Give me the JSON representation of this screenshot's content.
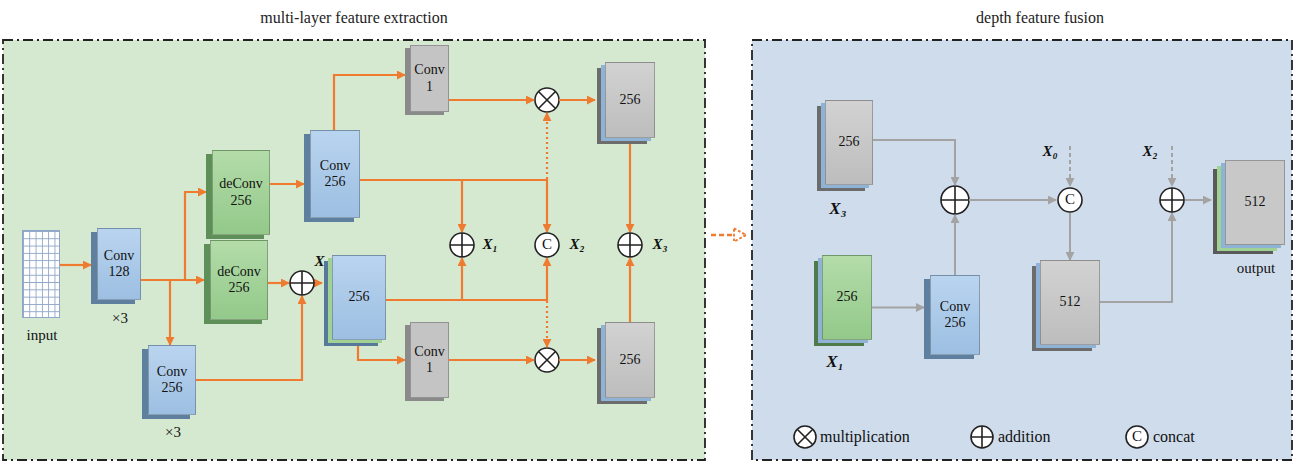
{
  "diagram": {
    "nodes": [
      {
        "text": [
          "multi-layer feature extraction"
        ]
      },
      {
        "text": [
          "input"
        ],
        "in": 0
      },
      {
        "text": [
          "Conv 128",
          "×3"
        ],
        "in": 0
      },
      {
        "text": [
          "Conv 256",
          "×3"
        ],
        "in": 0
      },
      {
        "text": [
          "deConv 256"
        ],
        "in": 0
      },
      {
        "text": [
          "deConv 256"
        ],
        "in": 0
      },
      {
        "text": [
          "X₀"
        ],
        "in": 0
      },
      {
        "text": [
          "Conv 256"
        ],
        "in": 0
      },
      {
        "text": [
          "256"
        ],
        "in": 0
      },
      {
        "text": [
          "Conv 1"
        ],
        "in": 0
      },
      {
        "text": [
          "Conv 1"
        ],
        "in": 0
      },
      {
        "text": [
          "X₁"
        ],
        "in": 0
      },
      {
        "text": [
          "C",
          "X₂"
        ],
        "in": 0
      },
      {
        "text": [
          "X₃"
        ],
        "in": 0
      },
      {
        "text": [
          "256"
        ],
        "in": 0
      },
      {
        "text": [
          "256"
        ],
        "in": 0
      },
      {
        "text": [
          "depth feature fusion"
        ]
      },
      {
        "text": [
          "256",
          "X₃"
        ],
        "in": 16
      },
      {
        "text": [
          "256",
          "X₁"
        ],
        "in": 16
      },
      {
        "text": [
          "Conv 256"
        ],
        "in": 16
      },
      {
        "text": [
          "C",
          "X₀"
        ],
        "in": 16
      },
      {
        "text": [
          "X₂"
        ],
        "in": 16
      },
      {
        "text": [
          "512"
        ],
        "in": 16
      },
      {
        "text": [
          "512",
          "output"
        ],
        "in": 16
      }
    ],
    "edges": [
      {
        "from": 1,
        "to": 2,
        "arrow": "to"
      },
      {
        "from": 2,
        "to": 4,
        "arrow": "to"
      },
      {
        "from": 2,
        "to": 5,
        "arrow": "to"
      },
      {
        "from": 2,
        "to": 3,
        "arrow": "to"
      },
      {
        "from": 5,
        "to": 6,
        "arrow": "to"
      },
      {
        "from": 3,
        "to": 6,
        "arrow": "to"
      },
      {
        "from": 6,
        "to": 8,
        "arrow": "to"
      },
      {
        "from": 4,
        "to": 7,
        "arrow": "to"
      },
      {
        "from": 7,
        "to": 9,
        "arrow": "to"
      },
      {
        "from": 7,
        "to": 11,
        "arrow": "to"
      },
      {
        "from": 7,
        "to": 12,
        "arrow": "to"
      },
      {
        "from": 8,
        "to": 11,
        "arrow": "to"
      },
      {
        "from": 8,
        "to": 12,
        "arrow": "to"
      },
      {
        "from": 8,
        "to": 10,
        "arrow": "to"
      },
      {
        "from": 14,
        "to": 13,
        "arrow": "to"
      },
      {
        "from": 15,
        "to": 13,
        "arrow": "to"
      },
      {
        "from": 0,
        "to": 16,
        "arrow": "to"
      },
      {
        "from": 18,
        "to": 19,
        "arrow": "to"
      },
      {
        "from": 20,
        "to": 22,
        "arrow": "to"
      },
      {
        "from": 22,
        "to": 21,
        "arrow": "to"
      },
      {
        "from": 21,
        "to": 23,
        "arrow": "to"
      }
    ],
    "labels": [
      "C"
    ],
    "legend": [
      {
        "text": "multiplication"
      },
      {
        "text": "addition"
      },
      {
        "text": "concat"
      }
    ]
  }
}
